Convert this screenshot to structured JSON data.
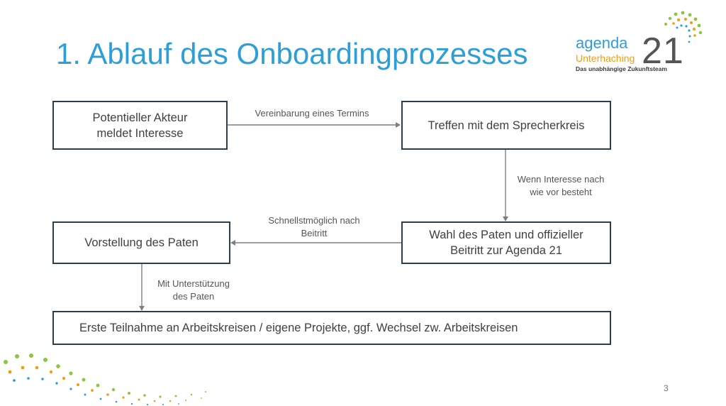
{
  "slide": {
    "title": "1. Ablauf des Onboardingprozesses",
    "page_number": "3"
  },
  "logo": {
    "word_agenda": "agenda",
    "word_unterhaching": "Unterhaching",
    "number": "21",
    "tagline": "Das unabhängige Zukunftsteam",
    "colors": [
      "#2e9fd6",
      "#f39c12",
      "#8cc63f",
      "#555555"
    ]
  },
  "flow": {
    "nodes": {
      "actor_interest": "Potentieller Akteur meldet Interesse",
      "meeting": "Treffen mit dem Sprecherkreis",
      "mentor_choice": "Wahl des Paten und offizieller Beitritt zur Agenda 21",
      "mentor_intro": "Vorstellung des Paten",
      "first_participation": "Erste Teilnahme an Arbeitskreisen / eigene Projekte, ggf. Wechsel zw. Arbeitskreisen"
    },
    "edges": {
      "appointment": "Vereinbarung eines Termins",
      "interest_persists": "Wenn Interesse nach wie vor besteht",
      "asap_after_joining": "Schnellstmöglich nach Beitritt",
      "with_support": "Mit Unterstützung des Paten"
    }
  },
  "colors": {
    "title": "#2e9fd6",
    "box_border": "#2b3e50",
    "arrow": "#7f7f7f",
    "text": "#404040"
  }
}
